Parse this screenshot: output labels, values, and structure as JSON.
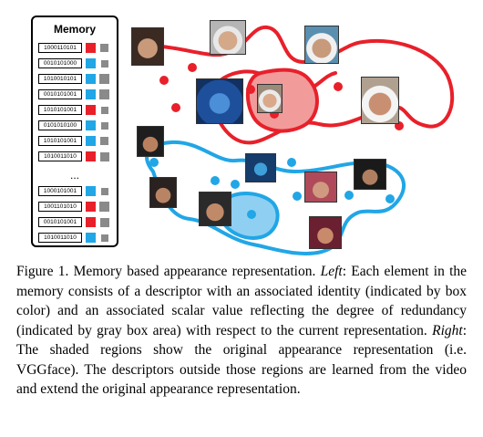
{
  "memory": {
    "title": "Memory",
    "ellipsis": "...",
    "rows": [
      {
        "code": "1000110101",
        "color": "red",
        "redundancy": 0.5
      },
      {
        "code": "0010101000",
        "color": "blue",
        "redundancy": 0.3
      },
      {
        "code": "1010010101",
        "color": "blue",
        "redundancy": 1.0
      },
      {
        "code": "0010101001",
        "color": "blue",
        "redundancy": 1.0
      },
      {
        "code": "1010101001",
        "color": "red",
        "redundancy": 0.3
      },
      {
        "code": "0101010100",
        "color": "blue",
        "redundancy": 0.3
      },
      {
        "code": "1010101001",
        "color": "blue",
        "redundancy": 0.5
      },
      {
        "code": "1010011010",
        "color": "red",
        "redundancy": 0.7
      },
      {
        "code": "1000101001",
        "color": "blue",
        "redundancy": 0.3
      },
      {
        "code": "1001101010",
        "color": "red",
        "redundancy": 1.0
      },
      {
        "code": "0010101001",
        "color": "red",
        "redundancy": 0.8
      },
      {
        "code": "1010011010",
        "color": "blue",
        "redundancy": 0.4
      }
    ]
  },
  "colors": {
    "red_identity": "#e8202a",
    "blue_identity": "#21a6e6",
    "red_region_fill": "#f29b9b",
    "blue_region_fill": "#8fd0f2",
    "redundancy_gray": "#8a8a8a"
  },
  "icons": [
    "face-thumbnail-icon"
  ],
  "caption": {
    "label": "Figure 1. Memory based appearance representation.",
    "left_label": "Left",
    "left_text": ": Each element in the memory consists of a descriptor with an associated identity (indicated by box color) and an associated scalar value reflecting the degree of redundancy (indicated by gray box area) with respect to the current representation.",
    "right_label": "Right",
    "right_text": ": The shaded regions show the original appearance representation (i.e. VGGface). The descriptors outside those regions are learned from the video and extend the original appearance representation."
  }
}
